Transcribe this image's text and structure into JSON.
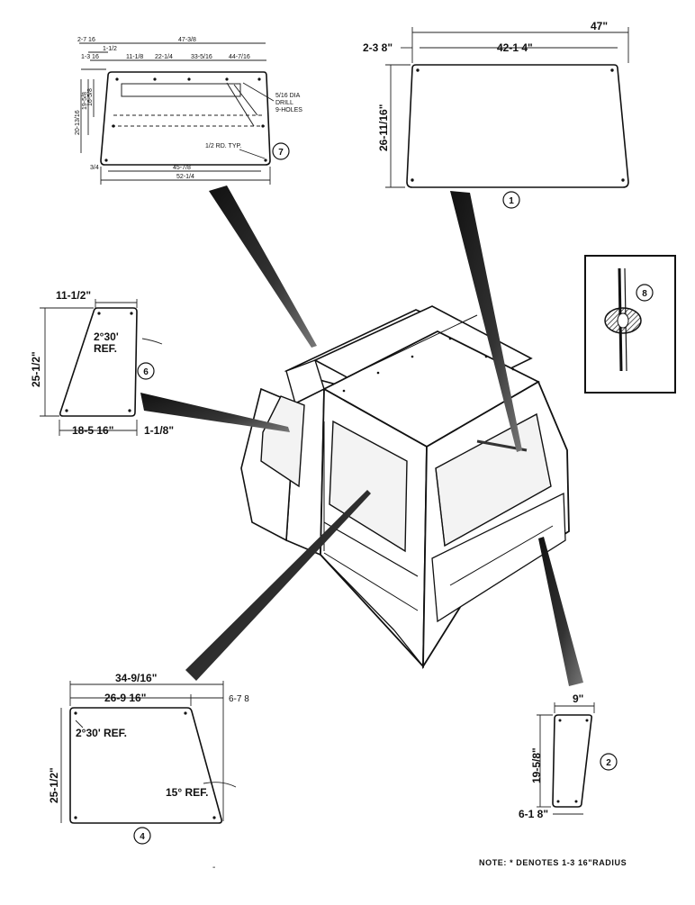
{
  "parts": {
    "part7": {
      "callout": "7",
      "dims": {
        "top_left_1": "2-7 16",
        "top_left_2": "1-1/2",
        "top_left_3": "1-3 16",
        "top_spacing_1": "11-1/8",
        "top_spacing_2": "22-1/4",
        "top_spacing_3": "33-5/16",
        "top_spacing_4": "44-7/16",
        "overall_top": "47-3/8",
        "left_1": "19-5/8",
        "left_2": "16-5/8",
        "left_3": "20-13/16",
        "hole_note_1": "5/16 DIA",
        "hole_note_2": "DRILL",
        "hole_note_3": "9-HOLES",
        "corner_note": "1/2 RD. TYP.",
        "bottom_left": "3/4",
        "bottom_mid": "45-7/8",
        "bottom_overall": "52-1/4"
      }
    },
    "part1": {
      "callout": "1",
      "dims": {
        "overall_top": "47\"",
        "left_offset": "2-3 8\"",
        "inner_top": "42-1 4\"",
        "height": "26-11/16\""
      }
    },
    "part8": {
      "callout": "8"
    },
    "part6": {
      "callout": "6",
      "dims": {
        "top": "11-1/2\"",
        "height": "25-1/2\"",
        "angle": "2°30'",
        "angle_ref": "REF.",
        "bottom": "18-5 16\"",
        "bottom_right": "1-1/8\""
      }
    },
    "part4": {
      "callout": "4",
      "dims": {
        "overall": "34-9/16\"",
        "top": "26-9 16\"",
        "top_right": "6-7 8",
        "angle_left": "2°30' REF.",
        "height": "25-1/2\"",
        "angle_right": "15° REF."
      }
    },
    "part2": {
      "callout": "2",
      "dims": {
        "top": "9\"",
        "height": "19-5/8\"",
        "bottom": "6-1 8\""
      }
    }
  },
  "misc": {
    "dash": "-"
  },
  "note": "NOTE: * DENOTES 1-3 16\"RADIUS"
}
